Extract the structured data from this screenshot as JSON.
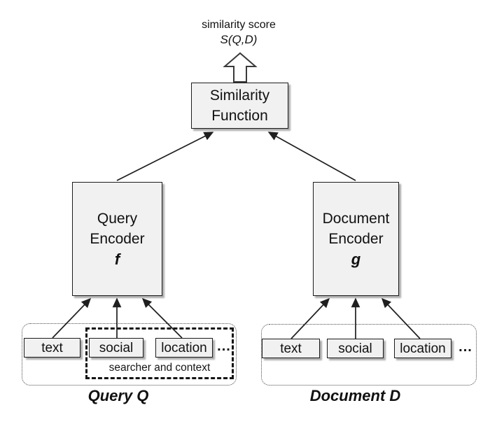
{
  "diagram": {
    "output": {
      "line1": "similarity score",
      "line2": "S(Q,D)"
    },
    "similarity_function": {
      "line1": "Similarity",
      "line2": "Function"
    },
    "query_encoder": {
      "line1": "Query",
      "line2": "Encoder",
      "symbol": "f"
    },
    "document_encoder": {
      "line1": "Document",
      "line2": "Encoder",
      "symbol": "g"
    },
    "query_group": {
      "label": "Query Q",
      "inputs": [
        "text",
        "social",
        "location"
      ],
      "ellipsis": "...",
      "context_label": "searcher and context"
    },
    "document_group": {
      "label": "Document D",
      "inputs": [
        "text",
        "social",
        "location"
      ],
      "ellipsis": "..."
    },
    "colors": {
      "box_fill": "#f1f1f1",
      "box_border": "#1c1c1c",
      "arrow": "#1f1f1f",
      "shadow": "#a9a9a9"
    }
  }
}
